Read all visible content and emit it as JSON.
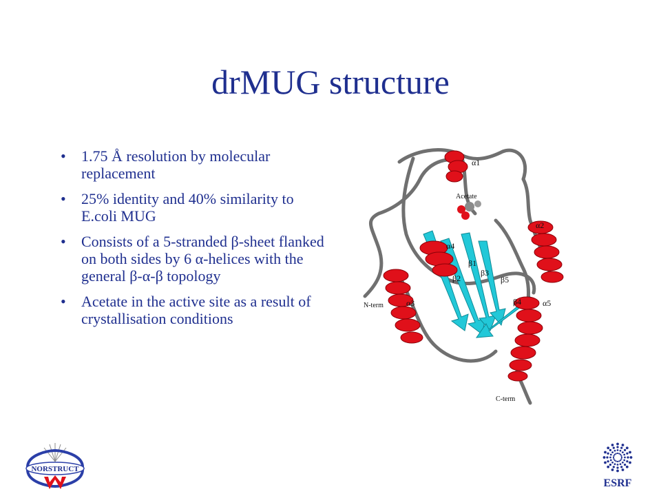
{
  "slide": {
    "title": "drMUG structure",
    "bullets": [
      "1.75 Å resolution by molecular replacement",
      "25% identity and 40% similarity to E.coli MUG",
      "Consists of a 5-stranded β-sheet flanked on both sides by 6 α-helices with the general β-α-β topology",
      "Acetate in the active site as a result of crystallisation conditions"
    ],
    "bullet_glyph": "•"
  },
  "figure": {
    "labels": {
      "a1": "α1",
      "a2": "α2",
      "a3": "α3",
      "a4": "α4",
      "a5": "α5",
      "b1": "β1",
      "b2": "β2",
      "b3": "β3",
      "b4": "β4",
      "b5": "β5",
      "acetate": "Acetate",
      "nterm": "N-term",
      "cterm": "C-term"
    },
    "colors": {
      "helix": "#e0101a",
      "strand": "#22c8d8",
      "coil": "#707070"
    }
  },
  "logos": {
    "left_text": "NORSTRUCT",
    "right_text": "ESRF"
  },
  "colors": {
    "text": "#1f2f8f",
    "background": "#ffffff"
  }
}
